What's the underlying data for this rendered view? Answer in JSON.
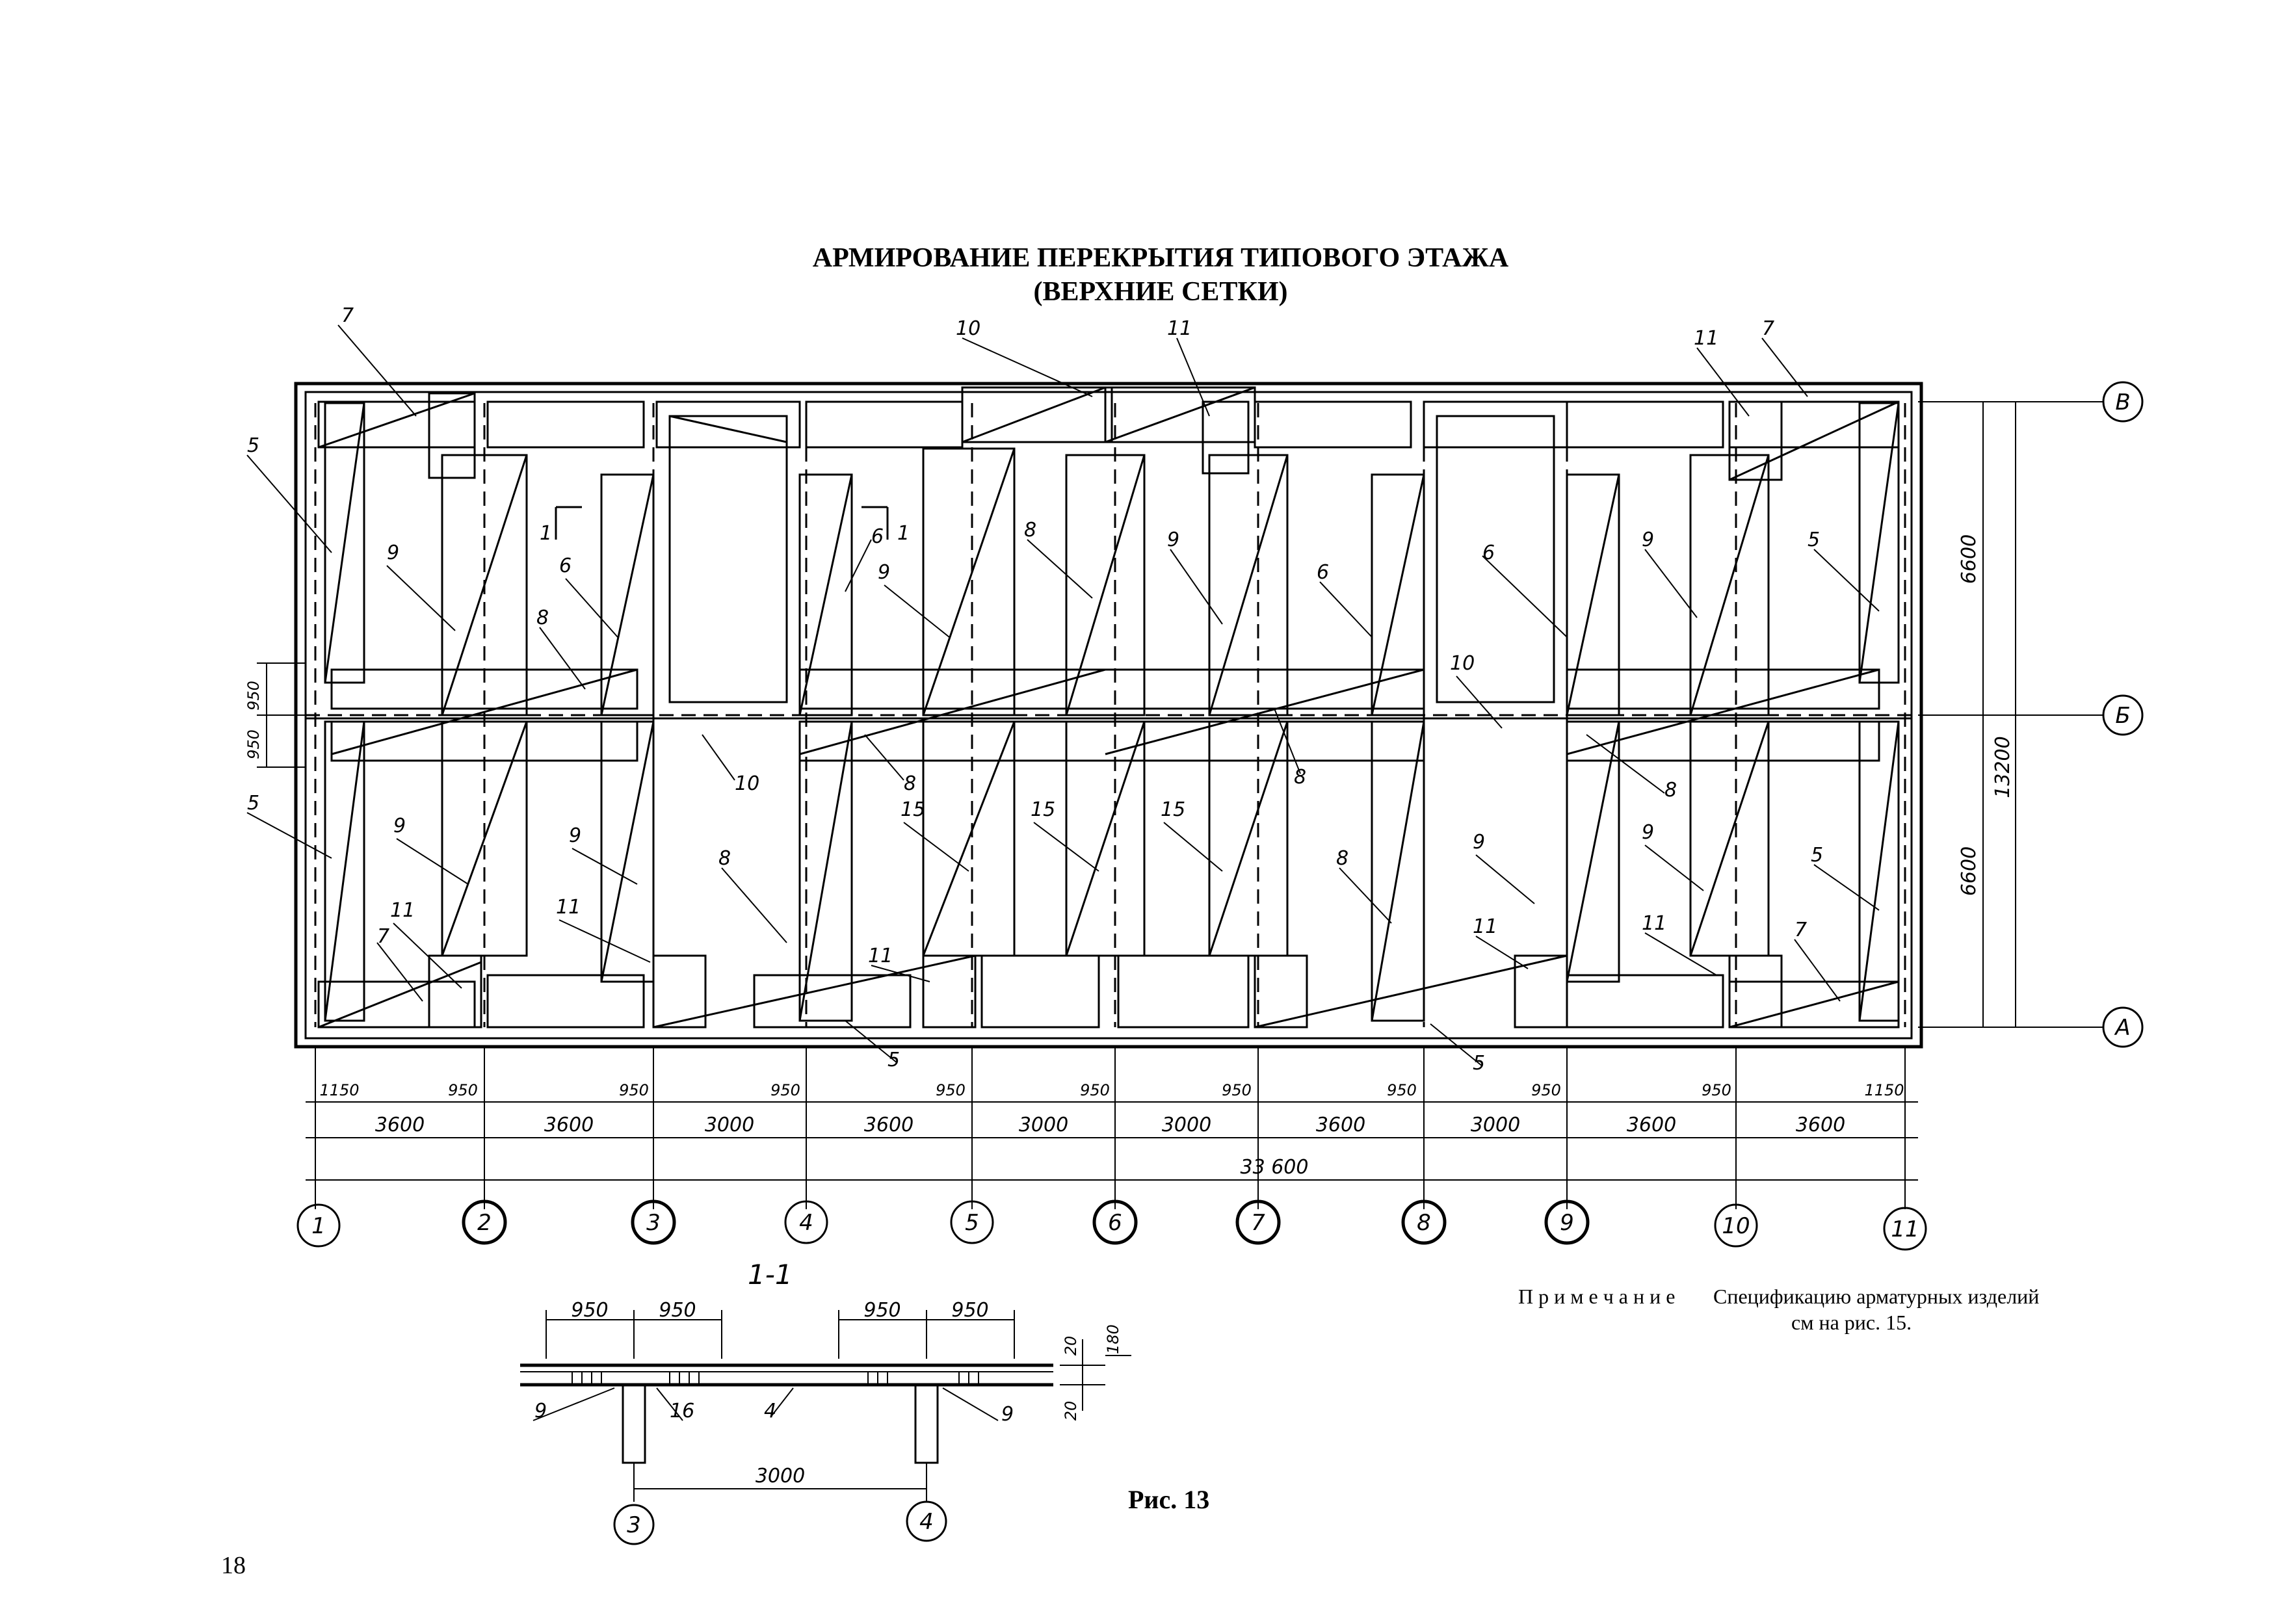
{
  "title": {
    "line1": "АРМИРОВАНИЕ ПЕРЕКРЫТИЯ ТИПОВОГО ЭТАЖА",
    "line2": "(ВЕРХНИЕ СЕТКИ)"
  },
  "axes_columns": [
    "1",
    "2",
    "3",
    "4",
    "5",
    "6",
    "7",
    "8",
    "9",
    "10",
    "11"
  ],
  "axes_rows": [
    "В",
    "Б",
    "А"
  ],
  "spans_bottom": [
    "3600",
    "3600",
    "3000",
    "3600",
    "3000",
    "3000",
    "3600",
    "3000",
    "3600",
    "3600"
  ],
  "overall_dim": "33 600",
  "small_dims_bottom": [
    "1150",
    "950",
    "950",
    "950",
    "950",
    "950",
    "950",
    "950",
    "950",
    "950",
    "1150"
  ],
  "right_dims": {
    "top": "6600",
    "bottom": "6600",
    "total": "13200"
  },
  "left_dims": [
    "950",
    "950"
  ],
  "leaders": {
    "n5": "5",
    "n6": "6",
    "n7": "7",
    "n8": "8",
    "n9": "9",
    "n10": "10",
    "n11": "11",
    "n15": "15"
  },
  "section_marks": {
    "mark": "1",
    "label": "1-1"
  },
  "section": {
    "dims_top": [
      "950",
      "950",
      "950",
      "950"
    ],
    "span": "3000",
    "axis_left": "3",
    "axis_right": "4",
    "thick_top": "20",
    "thick_total": "180",
    "thick_bottom": "20",
    "labels": [
      "9",
      "16",
      "4",
      "9"
    ]
  },
  "note": {
    "prefix": "П р и м е ч а н и е",
    "line1": "Спецификацию арматурных изделий",
    "line2": "см  на рис. 15."
  },
  "figure": "Рис. 13",
  "page_number": "18"
}
